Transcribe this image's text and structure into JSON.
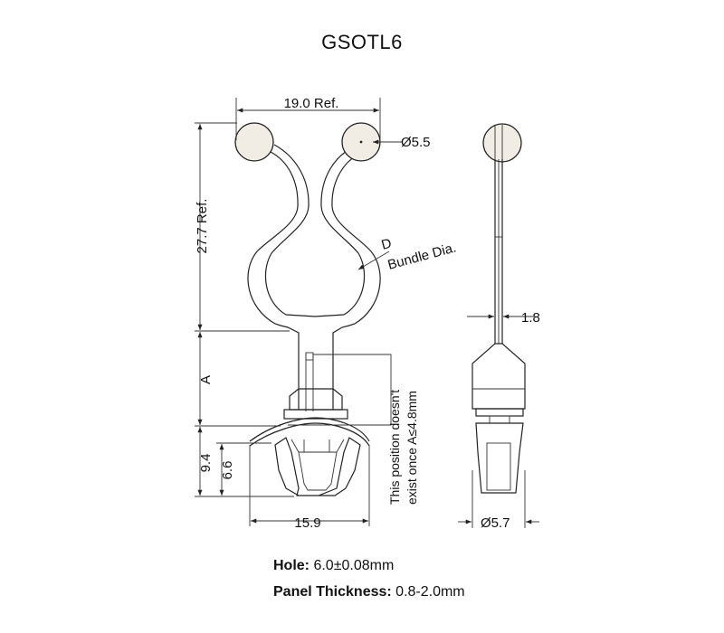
{
  "title": "GSOTL6",
  "dimensions": {
    "width_ref": "19.0 Ref.",
    "ball_dia": "Ø5.5",
    "height_ref": "27.7 Ref.",
    "bundle_d": "D",
    "bundle_label": "Bundle Dia.",
    "thickness": "1.8",
    "a_label": "A",
    "note_line1": "This position doesn't",
    "note_line2": "exist once A≤4.8mm",
    "h_9_4": "9.4",
    "h_6_6": "6.6",
    "w_15_9": "15.9",
    "side_dia": "Ø5.7"
  },
  "specs": {
    "hole_label": "Hole:",
    "hole_value": " 6.0±0.08mm",
    "panel_label": "Panel Thickness:",
    "panel_value": " 0.8-2.0mm"
  },
  "colors": {
    "part_fill": "#f1ece4",
    "line": "#222222"
  }
}
